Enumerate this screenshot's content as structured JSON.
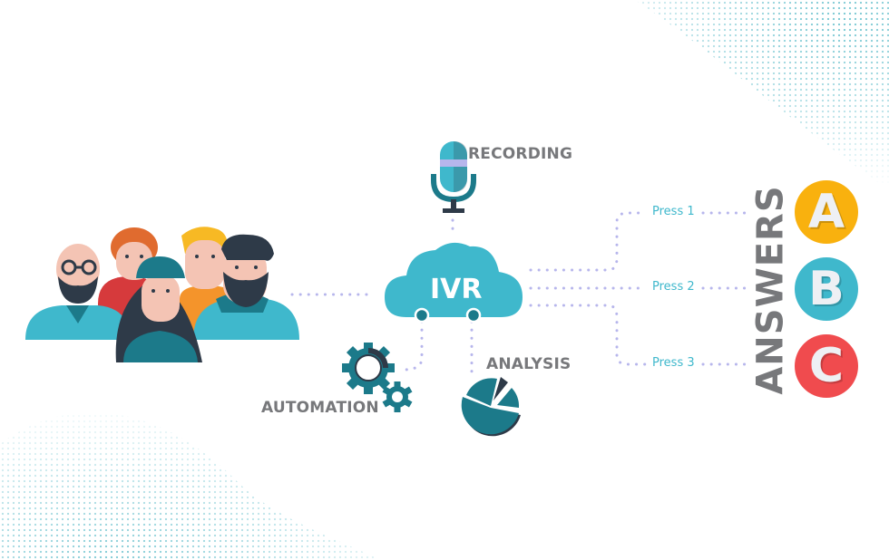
{
  "diagram": {
    "center": {
      "label": "IVR",
      "color": "#3fb8cc"
    },
    "nodes": {
      "recording": {
        "label": "RECORDING",
        "icon": "microphone-icon"
      },
      "automation": {
        "label": "AUTOMATION",
        "icon": "gears-icon"
      },
      "analysis": {
        "label": "ANALYSIS",
        "icon": "pie-chart-icon"
      },
      "callers": {
        "icon": "people-group-icon"
      }
    },
    "options": [
      {
        "label": "Press 1",
        "answer": "A",
        "color": "#f9b10e"
      },
      {
        "label": "Press 2",
        "answer": "B",
        "color": "#3fb8cc"
      },
      {
        "label": "Press 3",
        "answer": "C",
        "color": "#f04b4e"
      }
    ],
    "answers_label": "ANSWERS",
    "colors": {
      "teal": "#3fb8cc",
      "dark_teal": "#1c7a8a",
      "navy": "#2e3a48",
      "connector": "#b7b6ec",
      "gray_text": "#77787b"
    }
  }
}
